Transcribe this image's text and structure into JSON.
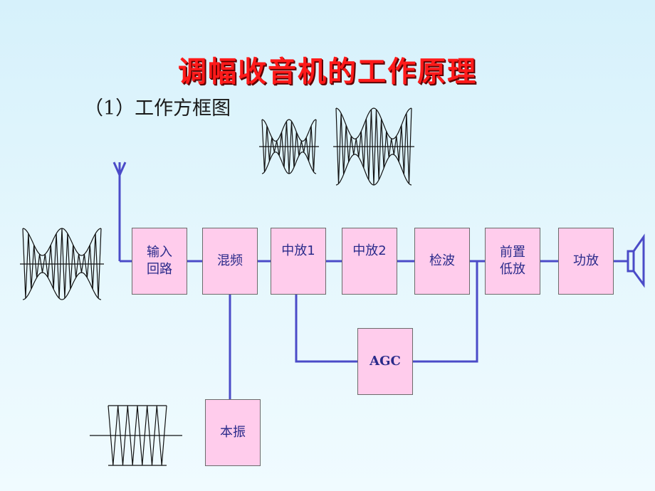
{
  "title": "调幅收音机的工作原理",
  "subtitle": "（1）工作方框图",
  "blocks": {
    "input_loop": {
      "line1": "输入",
      "line2": "回路"
    },
    "mixer": "混频",
    "if_amp1": "中放1",
    "if_amp2": "中放2",
    "detector": "检波",
    "preamp": {
      "line1": "前置",
      "line2": "低放"
    },
    "power_amp": "功放",
    "agc": "AGC",
    "local_osc": "本振"
  },
  "colors": {
    "line": "#4b4bc8",
    "block_fill": "#ffccec",
    "block_text": "#2a2a8a",
    "title": "#ff1a1a"
  }
}
